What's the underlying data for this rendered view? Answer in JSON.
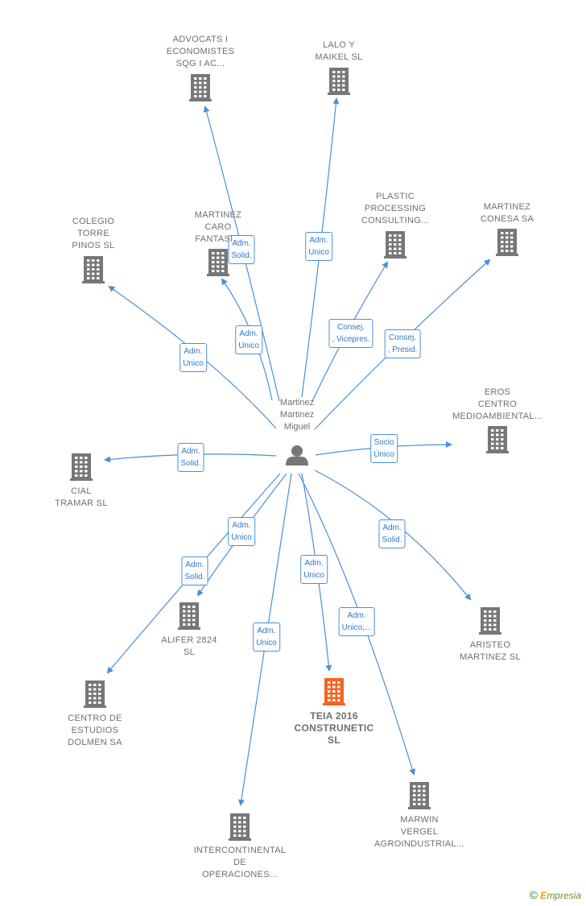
{
  "person": {
    "lines": [
      "Martinez",
      "Martinez",
      "Miguel"
    ],
    "icon": "person-icon"
  },
  "colors": {
    "edge": "#4a90d9",
    "building": "#777777",
    "highlight": "#f26522",
    "person": "#777777"
  },
  "companies": [
    {
      "id": "advocats",
      "lines": [
        "ADVOCATS I",
        "ECONOMISTES",
        "SQG I AC..."
      ],
      "icon": "building-icon",
      "highlight": false,
      "edge": "Adm. Solid."
    },
    {
      "id": "lalo",
      "lines": [
        "LALO Y",
        "MAIKEL SL"
      ],
      "icon": "building-icon",
      "highlight": false,
      "edge": "Adm. Unico"
    },
    {
      "id": "plastic",
      "lines": [
        "PLASTIC",
        "PROCESSING",
        "CONSULTING..."
      ],
      "icon": "building-icon",
      "highlight": false,
      "edge": "Consej. , Vicepres."
    },
    {
      "id": "conesa",
      "lines": [
        "MARTINEZ",
        "CONESA SA"
      ],
      "icon": "building-icon",
      "highlight": false,
      "edge": "Consej. , Presid."
    },
    {
      "id": "colegio",
      "lines": [
        "COLEGIO",
        "TORRE",
        "PINOS SL"
      ],
      "icon": "building-icon",
      "highlight": false,
      "edge": "Adm. Unico"
    },
    {
      "id": "caro",
      "lines": [
        "MARTINEZ",
        "CARO",
        "FANTASI..."
      ],
      "icon": "building-icon",
      "highlight": false,
      "edge": "Adm. Unico"
    },
    {
      "id": "eros",
      "lines": [
        "EROS",
        "CENTRO",
        "MEDIOAMBIENTAL..."
      ],
      "icon": "building-icon",
      "highlight": false,
      "edge": "Socio Único"
    },
    {
      "id": "tramar",
      "lines": [
        "CIAL",
        "TRAMAR SL"
      ],
      "icon": "building-icon",
      "highlight": false,
      "edge": "Adm. Solid."
    },
    {
      "id": "alifer",
      "lines": [
        "ALIFER 2824",
        "SL"
      ],
      "icon": "building-icon",
      "highlight": false,
      "edge": "Adm. Solid."
    },
    {
      "id": "dolmen",
      "lines": [
        "CENTRO DE",
        "ESTUDIOS",
        "DOLMEN SA"
      ],
      "icon": "building-icon",
      "highlight": false,
      "edge": "Adm. Unico"
    },
    {
      "id": "teia",
      "lines": [
        "TEIA 2016",
        "CONSTRUNETIC",
        "SL"
      ],
      "icon": "building-icon",
      "highlight": true,
      "edge": "Adm. Unico"
    },
    {
      "id": "aristeo",
      "lines": [
        "ARISTEO",
        "MARTINEZ  SL"
      ],
      "icon": "building-icon",
      "highlight": false,
      "edge": "Adm. Solid."
    },
    {
      "id": "intercontinental",
      "lines": [
        "INTERCONTINENTAL",
        "DE",
        "OPERACIONES..."
      ],
      "icon": "building-icon",
      "highlight": false,
      "edge": "Adm. Unico"
    },
    {
      "id": "marwin",
      "lines": [
        "MARWIN",
        "VERGEL",
        "AGROINDUSTRIAL..."
      ],
      "icon": "building-icon",
      "highlight": false,
      "edge": "Adm. Unico,..."
    }
  ],
  "footer": {
    "copyright_symbol": "©",
    "brand_initial": "E",
    "brand_rest": "mpresia"
  }
}
